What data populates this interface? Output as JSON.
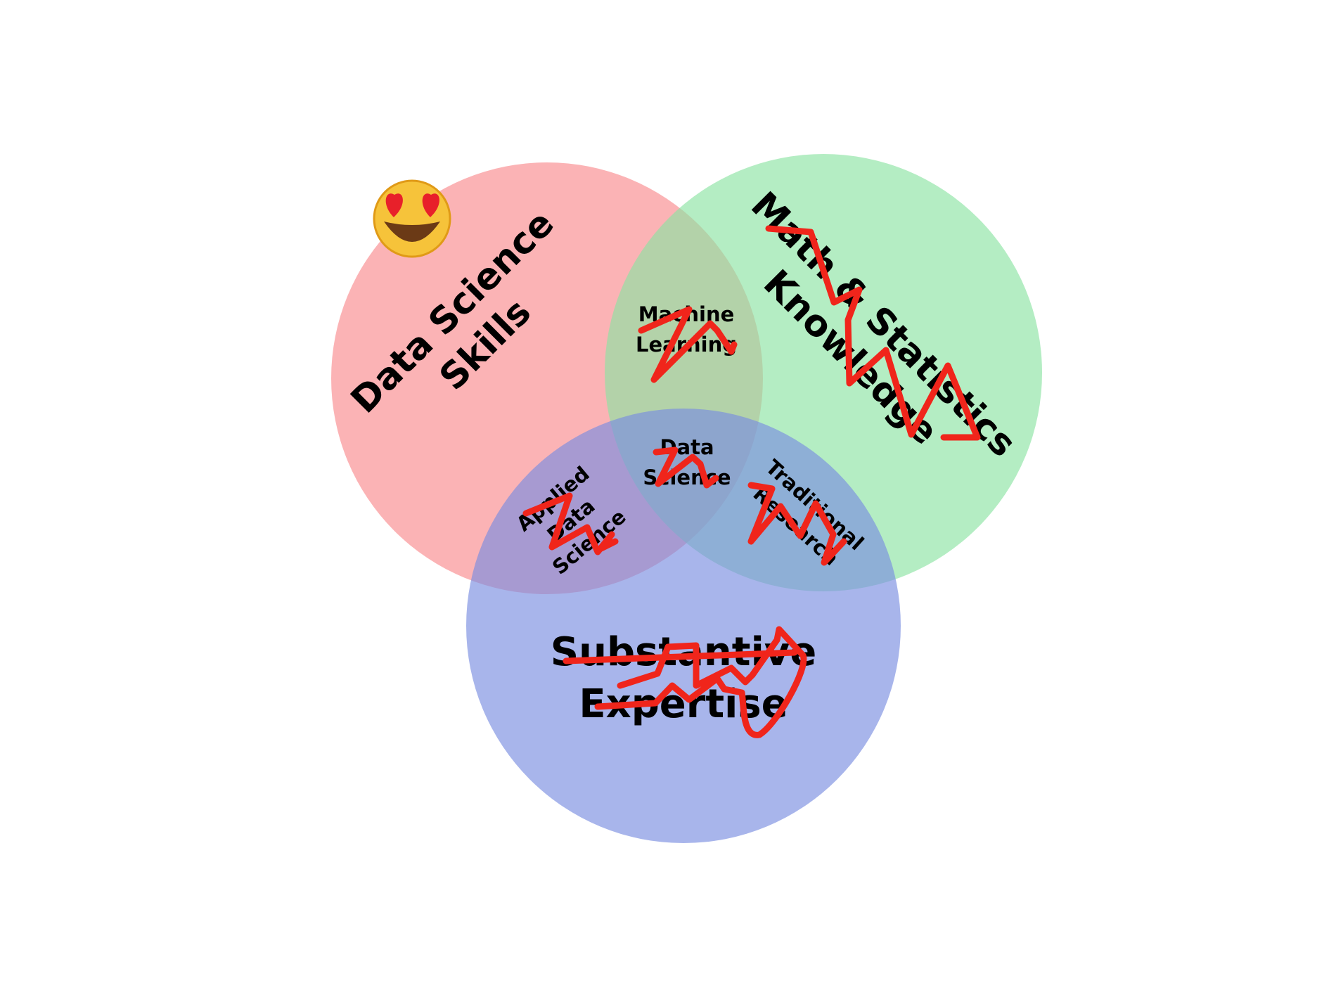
{
  "colors": {
    "red_circle": "#f98b8e",
    "green_circle": "#8ce3a3",
    "blue_circle": "#7a8ee0",
    "scribble": "#f0251b"
  },
  "circles": {
    "data_science_skills": [
      "Data Science",
      "Skills"
    ],
    "math_statistics": [
      "Math & Statistics",
      "Knowledge"
    ],
    "substantive_expertise": [
      "Substantive",
      "Expertise"
    ]
  },
  "overlaps": {
    "machine_learning": [
      "Machine",
      "Learning"
    ],
    "data_science": [
      "Data",
      "Science"
    ],
    "applied_data_science": [
      "Applied",
      "Data",
      "Science"
    ],
    "traditional_research": [
      "Traditional",
      "Research"
    ]
  },
  "emoji": {
    "icon": "heart-eyes-emoji-icon"
  }
}
